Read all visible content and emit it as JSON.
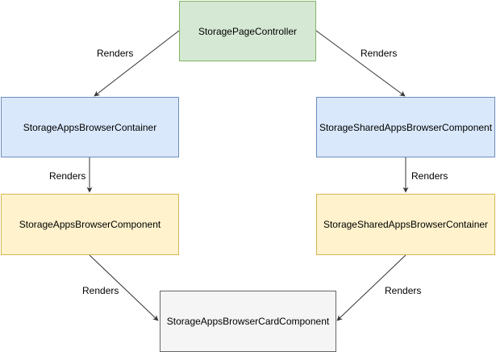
{
  "diagram": {
    "nodes": {
      "controller": {
        "label": "StoragePageController",
        "fill": "#d5e8d4",
        "stroke": "#82b366"
      },
      "apps_container": {
        "label": "StorageAppsBrowserContainer",
        "fill": "#dae8fc",
        "stroke": "#6c8ebf"
      },
      "shared_component": {
        "label": "StorageSharedAppsBrowserComponent",
        "fill": "#dae8fc",
        "stroke": "#6c8ebf"
      },
      "apps_component": {
        "label": "StorageAppsBrowserComponent",
        "fill": "#fff2cc",
        "stroke": "#d6b656"
      },
      "shared_container": {
        "label": "StorageSharedAppsBrowserContainer",
        "fill": "#fff2cc",
        "stroke": "#d6b656"
      },
      "card_component": {
        "label": "StorageAppsBrowserCardComponent",
        "fill": "#f5f5f5",
        "stroke": "#666666"
      }
    },
    "edges": [
      {
        "from": "controller",
        "to": "apps_container",
        "label": "Renders"
      },
      {
        "from": "controller",
        "to": "shared_component",
        "label": "Renders"
      },
      {
        "from": "apps_container",
        "to": "apps_component",
        "label": "Renders"
      },
      {
        "from": "shared_component",
        "to": "shared_container",
        "label": "Renders"
      },
      {
        "from": "apps_component",
        "to": "card_component",
        "label": "Renders"
      },
      {
        "from": "shared_container",
        "to": "card_component",
        "label": "Renders"
      }
    ],
    "edge_color": "#333333"
  }
}
